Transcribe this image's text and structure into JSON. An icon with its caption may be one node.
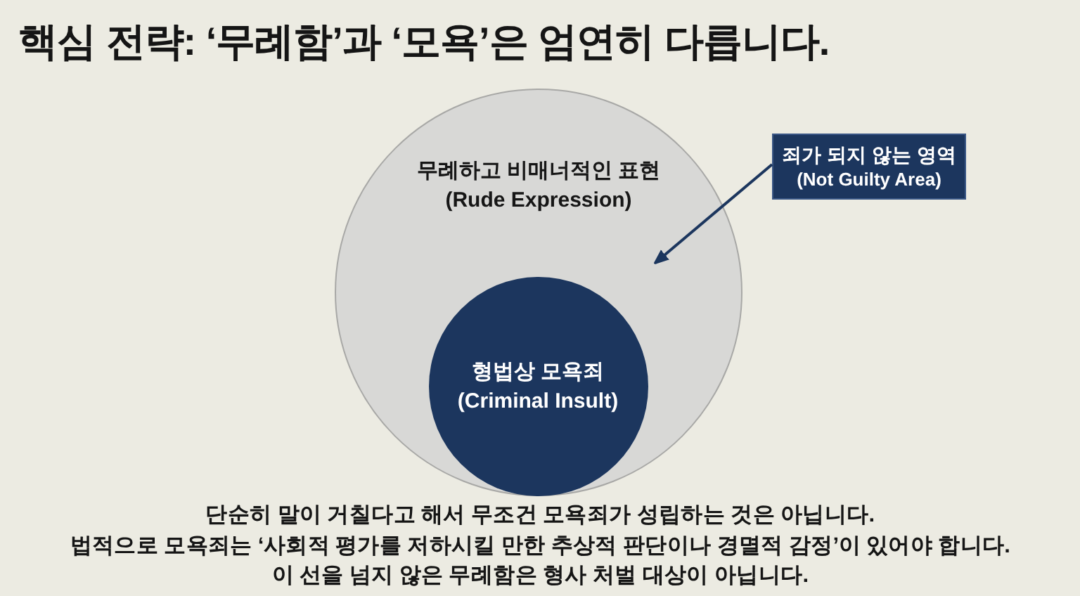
{
  "diagram": {
    "title": "핵심 전략: ‘무례함’과 ‘모욕’은 엄연히 다릅니다.",
    "nodes": [
      {
        "text": [
          "무례하고 비매너적인 표현",
          "(Rude Expression)"
        ]
      },
      {
        "text": [
          "형법상 모욕죄",
          "(Criminal Insult)"
        ],
        "in": 0
      },
      {
        "text": [
          "죄가 되지 않는 영역",
          "(Not Guilty Area)"
        ]
      }
    ],
    "edges": [
      {
        "from": 2,
        "to": 0,
        "arrow": "to"
      }
    ],
    "labels": [
      "단순히 말이 거칠다고 해서 무조건 모욕죄가 성립하는 것은 아닙니다.",
      "법적으로 모욕죄는 ‘사회적 평가를 저하시킬 만한 추상적 판단이나 경멸적 감정’이 있어야 합니다.",
      "이 선을 넘지 않은 무례함은 형사 처벌 대상이 아닙니다."
    ]
  }
}
